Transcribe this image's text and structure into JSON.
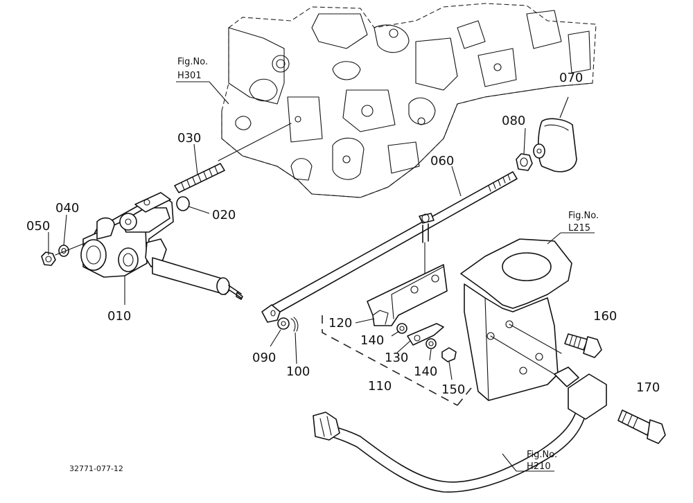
{
  "drawing": {
    "code": "32771-077-12",
    "parts": [
      {
        "id": "010",
        "label": "010"
      },
      {
        "id": "020",
        "label": "020"
      },
      {
        "id": "030",
        "label": "030"
      },
      {
        "id": "040",
        "label": "040"
      },
      {
        "id": "050",
        "label": "050"
      },
      {
        "id": "060",
        "label": "060"
      },
      {
        "id": "070",
        "label": "070"
      },
      {
        "id": "080",
        "label": "080"
      },
      {
        "id": "090",
        "label": "090"
      },
      {
        "id": "100",
        "label": "100"
      },
      {
        "id": "110",
        "label": "110"
      },
      {
        "id": "120",
        "label": "120"
      },
      {
        "id": "130",
        "label": "130"
      },
      {
        "id": "140a",
        "label": "140"
      },
      {
        "id": "140b",
        "label": "140"
      },
      {
        "id": "150",
        "label": "150"
      },
      {
        "id": "160",
        "label": "160"
      },
      {
        "id": "170",
        "label": "170"
      }
    ],
    "figure_refs": [
      {
        "id": "h301",
        "line1": "Fig.No.",
        "line2": "H301"
      },
      {
        "id": "l215",
        "line1": "Fig.No.",
        "line2": "L215"
      },
      {
        "id": "h210",
        "line1": "Fig.No.",
        "line2": "H210"
      }
    ]
  }
}
